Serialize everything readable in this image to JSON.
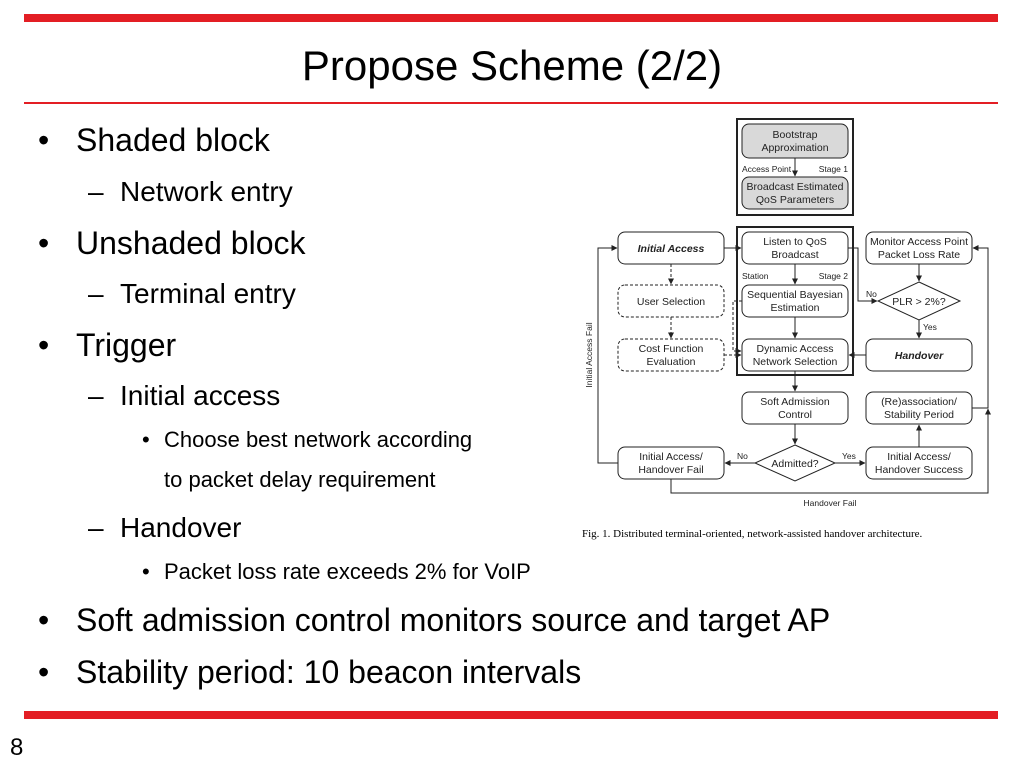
{
  "slide": {
    "title": "Propose Scheme (2/2)",
    "page_number": "8",
    "colors": {
      "accent": "#e31e24",
      "text": "#000000",
      "shaded_block": "#d9d9d9"
    }
  },
  "bullets": {
    "marker_l1": "•",
    "marker_l2": "–",
    "marker_l3": "•",
    "b1": {
      "text": "Shaded block",
      "sub1": "Network entry"
    },
    "b2": {
      "text": "Unshaded block",
      "sub1": "Terminal entry"
    },
    "b3": {
      "text": "Trigger",
      "sub1": "Initial access",
      "sub1_detail_line1": "Choose best network according",
      "sub1_detail_line2": "to packet delay requirement",
      "sub2": "Handover",
      "sub2_detail": "Packet loss rate exceeds 2% for VoIP"
    },
    "b4": {
      "text": "Soft admission control monitors source and target AP"
    },
    "b5": {
      "text": "Stability period: 10 beacon intervals"
    }
  },
  "figure": {
    "caption": "Fig. 1.   Distributed terminal-oriented, network-assisted handover architecture.",
    "stage1": {
      "label": "Stage 1",
      "side_label": "Access Point",
      "bootstrap": [
        "Bootstrap",
        "Approximation"
      ],
      "broadcast": [
        "Broadcast Estimated",
        "QoS Parameters"
      ]
    },
    "stage2": {
      "label": "Stage 2",
      "side_label": "Station",
      "listen": [
        "Listen to QoS",
        "Broadcast"
      ],
      "bayesian": [
        "Sequential Bayesian",
        "Estimation"
      ],
      "dynamic": [
        "Dynamic Access",
        "Network Selection"
      ]
    },
    "initial_access": "Initial Access",
    "user_selection": "User Selection",
    "cost_function": [
      "Cost Function",
      "Evaluation"
    ],
    "monitor": [
      "Monitor Access Point",
      "Packet Loss Rate"
    ],
    "plr": "PLR > 2%?",
    "handover": "Handover",
    "soft_admission": [
      "Soft Admission",
      "Control"
    ],
    "reassociation": [
      "(Re)association/",
      "Stability Period"
    ],
    "admitted": "Admitted?",
    "fail": [
      "Initial Access/",
      "Handover Fail"
    ],
    "success": [
      "Initial Access/",
      "Handover Success"
    ],
    "yes": "Yes",
    "no": "No",
    "initial_access_fail": "Initial Access Fail",
    "handover_fail": "Handover Fail"
  }
}
